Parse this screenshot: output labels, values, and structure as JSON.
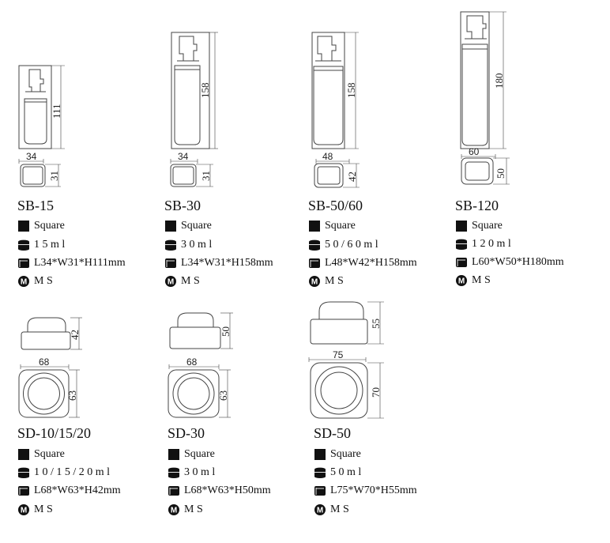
{
  "bottles": [
    {
      "code": "SB-15",
      "shape": "Square",
      "capacity": "1 5 m l",
      "dimensions": "L34*W31*H111mm",
      "material": "M S",
      "dim_height": "111",
      "dim_length": "34",
      "dim_width": "31"
    },
    {
      "code": "SB-30",
      "shape": "Square",
      "capacity": "3 0 m l",
      "dimensions": "L34*W31*H158mm",
      "material": "M S",
      "dim_height": "158",
      "dim_length": "34",
      "dim_width": "31"
    },
    {
      "code": "SB-50/60",
      "shape": "Square",
      "capacity": "5 0 / 6 0 m l",
      "dimensions": "L48*W42*H158mm",
      "material": "M S",
      "dim_height": "158",
      "dim_length": "48",
      "dim_width": "42"
    },
    {
      "code": "SB-120",
      "shape": "Square",
      "capacity": "1 2 0 m l",
      "dimensions": "L60*W50*H180mm",
      "material": "M S",
      "dim_height": "180",
      "dim_length": "60",
      "dim_width": "50"
    }
  ],
  "jars": [
    {
      "code": "SD-10/15/20",
      "shape": "Square",
      "capacity": "1 0 / 1 5 / 2 0 m l",
      "dimensions": "L68*W63*H42mm",
      "material": "M S",
      "dim_height": "42",
      "dim_length": "68",
      "dim_width": "63"
    },
    {
      "code": "SD-30",
      "shape": "Square",
      "capacity": "3 0 m l",
      "dimensions": "L68*W63*H50mm",
      "material": "M S",
      "dim_height": "50",
      "dim_length": "68",
      "dim_width": "63"
    },
    {
      "code": "SD-50",
      "shape": "Square",
      "capacity": "5 0 m l",
      "dimensions": "L75*W70*H55mm",
      "material": "M S",
      "dim_height": "55",
      "dim_length": "75",
      "dim_width": "70"
    }
  ],
  "icons": {
    "shape": "square-icon",
    "capacity": "jar-icon",
    "dimensions": "box-icon",
    "material": "material-m-icon",
    "material_letter": "M"
  },
  "colors": {
    "ink": "#111111",
    "line": "#444444"
  }
}
